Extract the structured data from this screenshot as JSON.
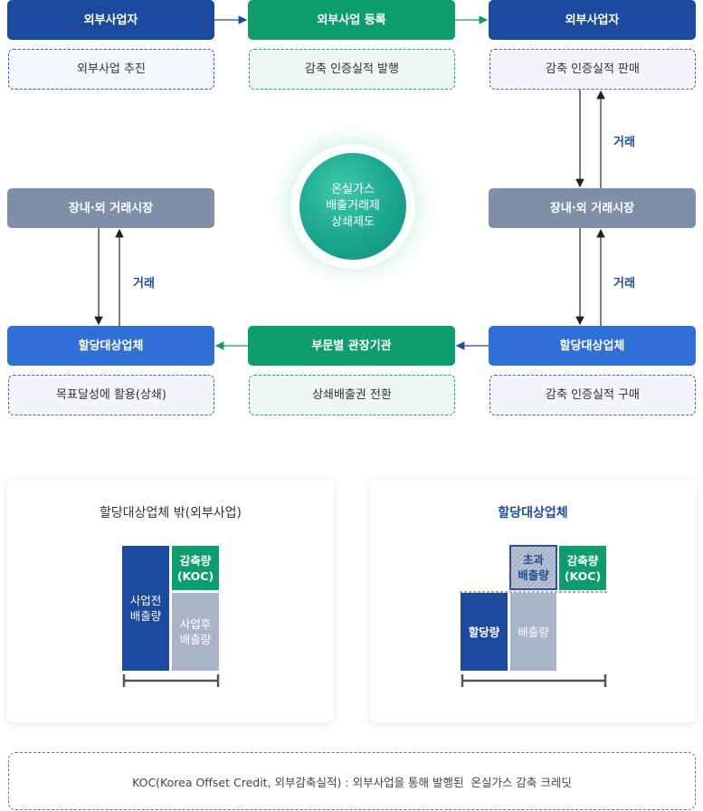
{
  "flow": {
    "top_left": "외부사업자",
    "top_left_sub": "외부사업 추진",
    "top_center": "외부사업 등록",
    "top_center_sub": "감축 인증실적 발행",
    "top_right": "외부사업자",
    "top_right_sub": "감축 인증실적 판매",
    "center": "온실가스\n배출거래제\n상쇄제도",
    "mid_left": "장내·외 거래시장",
    "mid_right": "장내·외 거래시장",
    "trade_label": "거래",
    "bottom_left": "할당대상업체",
    "bottom_left_sub": "목표달성에 활용(상쇄)",
    "bottom_center": "부문별 관장기관",
    "bottom_center_sub": "상쇄배출권 전환",
    "bottom_right": "할당대상업체",
    "bottom_right_sub": "감축 인증실적 구매"
  },
  "left_card": {
    "title": "할당대상업체 밖(외부사업)",
    "before": "사업전\n배출량",
    "reduction": "감축량\n(KOC)",
    "after": "사업후\n배출량"
  },
  "right_card": {
    "title": "할당대상업체",
    "allocation": "할당량",
    "excess": "초과\n배출량",
    "reduction": "감축량\n(KOC)",
    "emission": "배출량"
  },
  "footnote": "KOC(Korea Offset Credit, 외부감축실적) : 외부사업을 통해 발행된  온실가스 감축 크레딧",
  "colors": {
    "navy": "#1b4a9e",
    "green": "#0e9d6e",
    "gray": "#7f8fa8",
    "blue": "#2f6fd6",
    "light_gray": "#a9b4c9"
  }
}
